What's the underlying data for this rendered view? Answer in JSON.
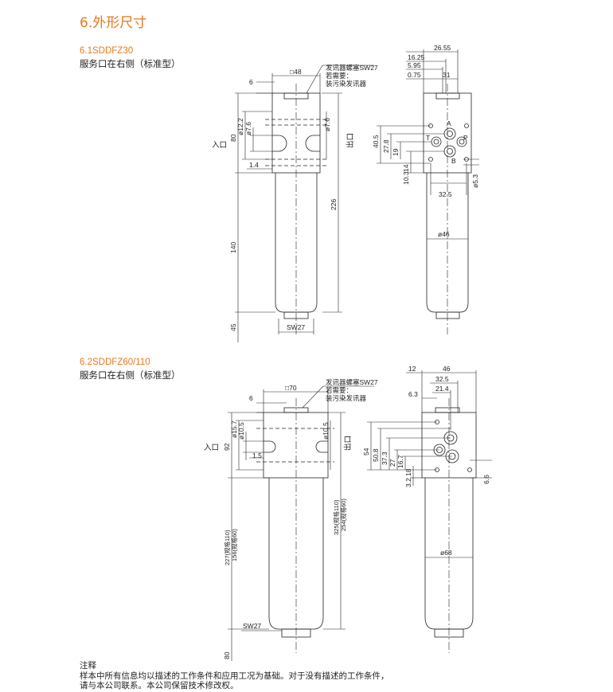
{
  "page": {
    "section_title": "6.外形尺寸",
    "color_accent": "#e8781e"
  },
  "section1": {
    "model": "6.1SDDFZ30",
    "desc": "服务口在右侧（标准型）",
    "side": {
      "callout_line1": "发讯器螺塞SW27",
      "callout_line2": "若需要：",
      "callout_line3": "装污染发讯器",
      "square": "□48",
      "dim_top": "6",
      "dim_d122": "ø12.2",
      "dim_d76_left": "ø7.6",
      "dim_d76_right": "ø7.6",
      "dim_80": "80",
      "dim_14": "1.4",
      "dim_140": "140",
      "dim_226": "226",
      "dim_45": "45",
      "sw": "SW27",
      "inlet": "入口",
      "outlet": "出口"
    },
    "front": {
      "dim_2655": "26.55",
      "dim_1625": "16.25",
      "dim_595": "5.95",
      "dim_075": "0.75",
      "dim_31": "31",
      "dim_405": "40.5",
      "dim_278": "27.8",
      "dim_19": "19",
      "dim_14": "14",
      "dim_103": "10.3",
      "dim_325": "32.5",
      "dim_d53": "ø5.3",
      "dim_d46": "ø46",
      "port_a": "A",
      "port_t": "T",
      "port_p": "P",
      "port_b": "B"
    }
  },
  "section2": {
    "model": "6.2SDDFZ60/110",
    "desc": "服务口在右侧（标准型）",
    "side": {
      "callout_line1": "发讯器螺塞SW27",
      "callout_line2": "若需要：",
      "callout_line3": "装污染发讯器",
      "square": "□70",
      "dim_top": "6",
      "dim_d157": "ø15.7",
      "dim_d105_left": "ø10.5",
      "dim_d105_right": "ø10.5",
      "dim_92": "92",
      "dim_15": "1.5",
      "dim_left_long": "227(规格110)",
      "dim_left_short": "156(规格60)",
      "dim_right_long": "325(规格110)",
      "dim_right_short": "254(规格60)",
      "dim_80": "80",
      "sw": "SW27",
      "inlet": "入口",
      "outlet": "出口"
    },
    "front": {
      "dim_12": "12",
      "dim_46": "46",
      "dim_325": "32.5",
      "dim_214": "21.4",
      "dim_63": "6.3",
      "dim_54": "54",
      "dim_508": "50.8",
      "dim_373": "37.3",
      "dim_27": "27",
      "dim_167": "16.7",
      "dim_18": "18",
      "dim_32": "3.2",
      "dim_66": "6.6",
      "dim_d68": "ø68"
    }
  },
  "notes": {
    "title": "注释",
    "line1": "样本中所有信息均以描述的工作条件和应用工况为基础。对于没有描述的工作条件，",
    "line2": "请与本公司联系。本公司保留技术修改权。"
  }
}
